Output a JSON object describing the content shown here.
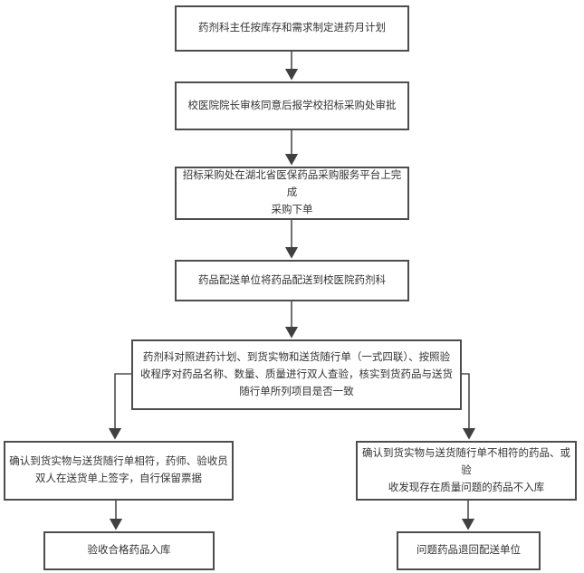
{
  "diagram": {
    "title": "drug-procurement-and-acceptance-flowchart",
    "colors": {
      "background": "#ffffff",
      "box_fill": "#ffffff",
      "box_border": "#4d4d4d",
      "text": "#333333",
      "connector": "#4d4d4d"
    },
    "nodes": [
      {
        "id": "monthly-plan",
        "label": "药剂科主任按库存和需求制定进药月计划"
      },
      {
        "id": "approval",
        "label": "校医院院长审核同意后报学校招标采购处审批"
      },
      {
        "id": "place-order",
        "label": "招标采购处在湖北省医保药品采购服务平台上完成\n采购下单"
      },
      {
        "id": "delivery",
        "label": "药品配送单位将药品配送到校医院药剂科"
      },
      {
        "id": "inspection",
        "label": "药剂科对照进药计划、到货实物和送货随行单（一式四联）、按照验\n收程序对药品名称、数量、质量进行双人查验，核实到货药品与送货\n随行单所列项目是否一致"
      },
      {
        "id": "match-sign",
        "label": "确认到货实物与送货随行单相符，药师、验收员\n双人在送货单上签字，自行保留票据"
      },
      {
        "id": "mismatch-reject",
        "label": "确认到货实物与送货随行单不相符的药品、或验\n收发现存在质量问题的药品不入库"
      },
      {
        "id": "storage-in",
        "label": "验收合格药品入库"
      },
      {
        "id": "return-goods",
        "label": "问题药品退回配送单位"
      }
    ],
    "edges": [
      {
        "from": "monthly-plan",
        "to": "approval"
      },
      {
        "from": "approval",
        "to": "place-order"
      },
      {
        "from": "place-order",
        "to": "delivery"
      },
      {
        "from": "delivery",
        "to": "inspection"
      },
      {
        "from": "inspection",
        "to": "match-sign"
      },
      {
        "from": "inspection",
        "to": "mismatch-reject"
      },
      {
        "from": "match-sign",
        "to": "storage-in"
      },
      {
        "from": "mismatch-reject",
        "to": "return-goods"
      }
    ]
  }
}
